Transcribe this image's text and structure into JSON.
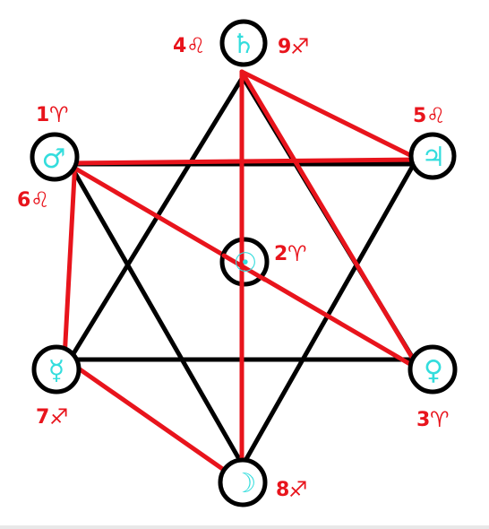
{
  "nodes": [
    {
      "id": "saturn",
      "glyph": "♄",
      "number": "4",
      "sign": "♌"
    },
    {
      "id": "mars",
      "glyph": "♂",
      "number": "1",
      "sign": "♈"
    },
    {
      "id": "jupiter",
      "glyph": "♃",
      "number": "5",
      "sign": "♌"
    },
    {
      "id": "sun",
      "glyph": "☉",
      "number": "2",
      "sign": "♈"
    },
    {
      "id": "mercury",
      "glyph": "☿",
      "number": "7",
      "sign": "♐"
    },
    {
      "id": "venus",
      "glyph": "♀",
      "number": "3",
      "sign": "♈"
    },
    {
      "id": "moon",
      "glyph": "☽",
      "number": "8",
      "sign": "♐"
    }
  ],
  "extra_labels": [
    {
      "id": "top-right",
      "number": "9",
      "sign": "♐"
    },
    {
      "id": "left-lower",
      "number": "6",
      "sign": "♌"
    }
  ],
  "colors": {
    "hexagram": "#000000",
    "aspect": "#e8141c",
    "glyph": "#33dddd",
    "label": "#e8141c"
  }
}
